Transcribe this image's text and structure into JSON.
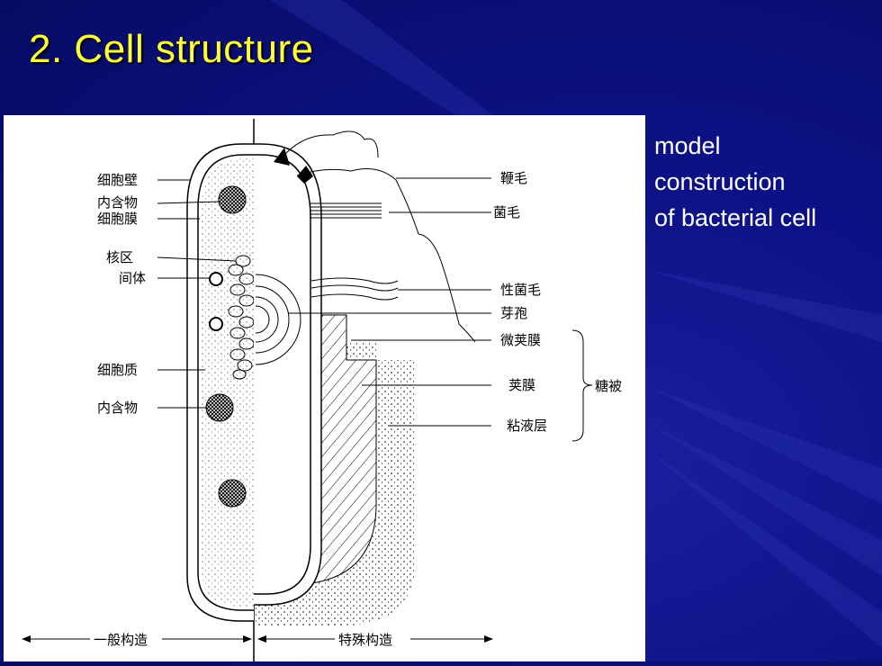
{
  "slide": {
    "title": "2. Cell structure",
    "caption": [
      "model",
      "construction",
      "of bacterial cell"
    ]
  },
  "diagram": {
    "left_labels": [
      "细胞壁",
      "内含物",
      "细胞膜",
      "核区",
      "间体",
      "细胞质",
      "内含物"
    ],
    "right_labels": [
      "鞭毛",
      "菌毛",
      "性菌毛",
      "芽孢",
      "微荚膜",
      "荚膜",
      "粘液层"
    ],
    "group_label": "糖被",
    "bottom_left": "一般构造",
    "bottom_right": "特殊构造"
  },
  "colors": {
    "title": "#ffff33",
    "background": "#0c1285",
    "panel": "#ffffff"
  }
}
